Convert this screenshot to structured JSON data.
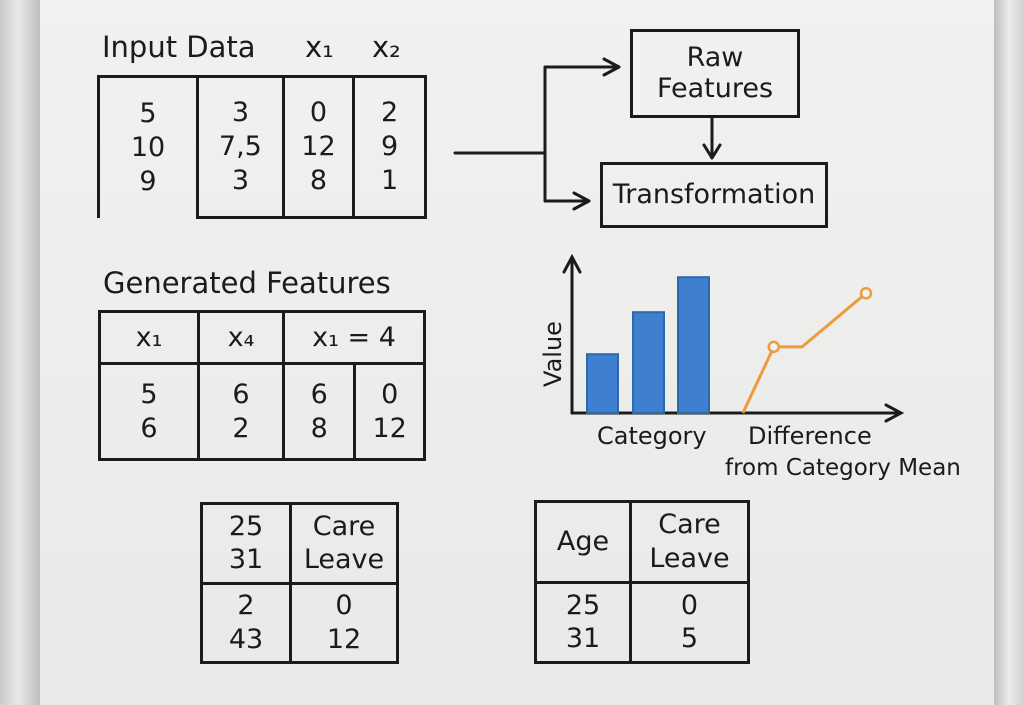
{
  "input_data": {
    "title": "Input Data",
    "col_headers": [
      "x₁",
      "x₂"
    ],
    "rows": [
      [
        "5",
        "3",
        "0",
        "2"
      ],
      [
        "10",
        "7,5",
        "12",
        "9"
      ],
      [
        "9",
        "3",
        "8",
        "1"
      ]
    ]
  },
  "flow": {
    "raw_features": [
      "Raw",
      "Features"
    ],
    "transformation": "Transformation"
  },
  "generated_features": {
    "title": "Generated Features",
    "headers": [
      "x₁",
      "x₄",
      "x₁ = 4"
    ],
    "rows": [
      [
        "5",
        "6",
        "6",
        "0"
      ],
      [
        "6",
        "2",
        "8",
        "12"
      ]
    ]
  },
  "chart_data": {
    "type": "bar",
    "ylabel": "Value",
    "xlabel": "Category",
    "line_label": [
      "Difference",
      "from Category Mean"
    ],
    "bar_values": [
      0.42,
      0.72,
      0.97
    ],
    "line_points": [
      [
        0,
        0
      ],
      [
        0.25,
        0.58
      ],
      [
        0.48,
        0.58
      ],
      [
        1.0,
        1.05
      ]
    ],
    "bar_color": "#3f7fcf",
    "line_color": "#ef9a3c"
  },
  "table_a": {
    "rows": [
      [
        [
          "25",
          "31"
        ],
        [
          "Care",
          "Leave"
        ]
      ],
      [
        [
          "2",
          "43"
        ],
        [
          "0",
          "12"
        ]
      ]
    ]
  },
  "table_b": {
    "rows": [
      [
        [
          "Age"
        ],
        [
          "Care",
          "Leave"
        ]
      ],
      [
        [
          "25",
          "31"
        ],
        [
          "0",
          "5"
        ]
      ]
    ]
  },
  "colors": {
    "ink": "#1b1b1b",
    "board": "#efefed",
    "bars": "#3f7fcf",
    "line": "#ef9a3c"
  }
}
